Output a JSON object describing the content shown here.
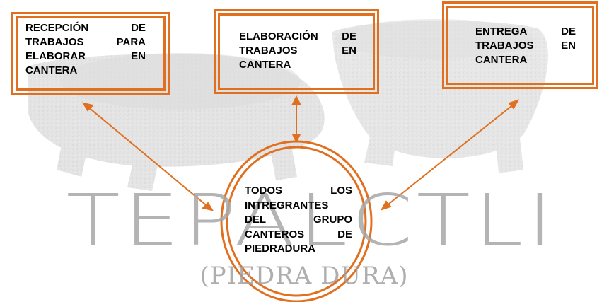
{
  "boxes": {
    "reception": "RECEPCIÓN DE TRABAJOS PARA ELABORAR EN CANTERA",
    "elaboration": "ELABORACIÓN DE TRABAJOS EN CANTERA",
    "delivery": "ENTREGA DE TRABAJOS EN CANTERA"
  },
  "center": {
    "text": "TODOS LOS INTREGRANTES DEL GRUPO CANTEROS DE PIEDRADURA"
  },
  "watermark": {
    "title": "TEPALCTLI",
    "subtitle": "(PIEDRA DURA)"
  },
  "colors": {
    "accent": "#e07020",
    "stone": "#c9c9c9",
    "watermark_text": "#a7a7a7"
  }
}
